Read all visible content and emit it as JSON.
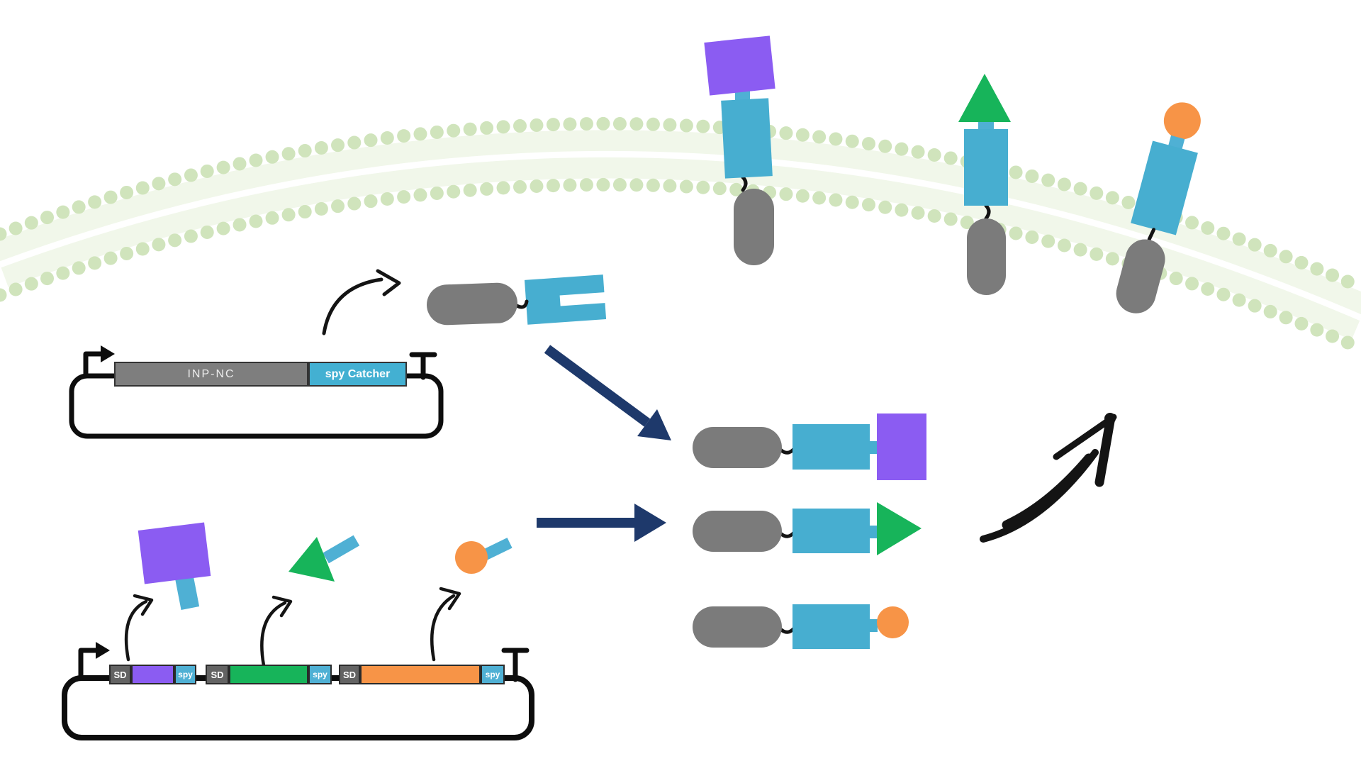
{
  "plasmid1": {
    "gene_anchor_label": "INP-NC",
    "gene_adapter_label": "spy Catcher"
  },
  "plasmid2": {
    "cassettes": [
      {
        "sd_label": "SD",
        "spy_label": "spy",
        "cargo_color_name": "purple",
        "cargo_color": "#8b5cf2"
      },
      {
        "sd_label": "SD",
        "spy_label": "spy",
        "cargo_color_name": "green",
        "cargo_color": "#17b45a"
      },
      {
        "sd_label": "SD",
        "spy_label": "spy",
        "cargo_color_name": "orange",
        "cargo_color": "#f79447"
      }
    ]
  },
  "colors": {
    "teal": "#47aed0",
    "teal_stick": "#4fb0d4",
    "gray_pill": "#7b7b7b",
    "gray_gene": "#7e7e7e",
    "gray_sd": "#636363",
    "purple": "#8b5cf2",
    "green": "#17b45a",
    "orange": "#f79447",
    "navy": "#1e396b",
    "black": "#141414",
    "membrane_head": "#cde3b8",
    "membrane_tail": "#f1f7ea"
  },
  "shapes": {
    "anchor": "gray-pill",
    "adapter": "teal-rectangle-notched",
    "cargo1": "purple-square",
    "cargo2": "green-triangle",
    "cargo3": "orange-circle",
    "membrane": "lipid-bilayer"
  }
}
